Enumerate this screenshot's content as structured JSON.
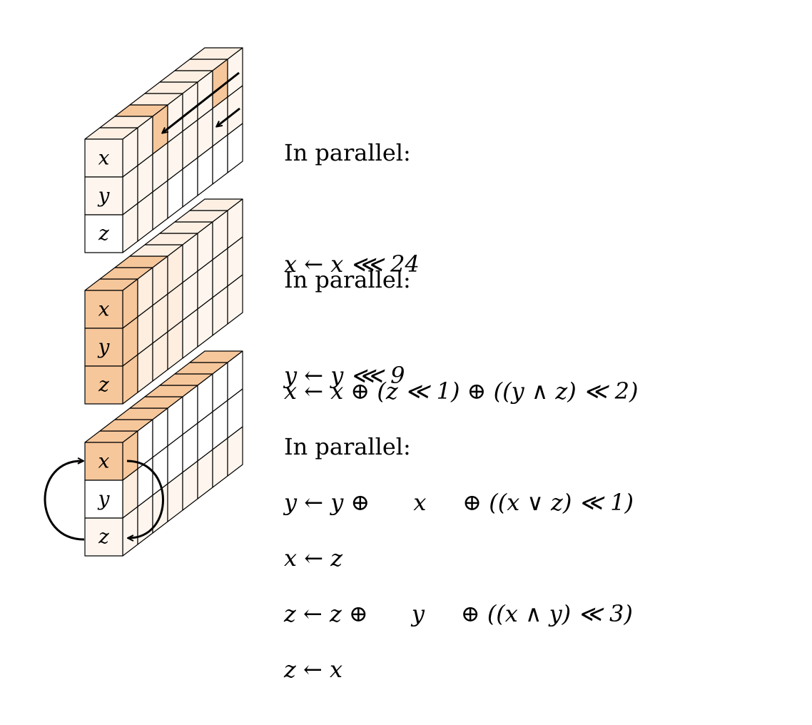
{
  "colors": {
    "stroke": "#000000",
    "white": "#ffffff",
    "light": "#fdeee0",
    "lighter": "#fef6ee",
    "mid": "#fbd6b0",
    "strong": "#f6c79b",
    "top_light": "#fdf0e3"
  },
  "stage1": {
    "labels": [
      "x",
      "y",
      "z"
    ],
    "heading": "In parallel:",
    "lines": [
      "x ← x ⋘ 24",
      "y ← y ⋘ 9"
    ]
  },
  "stage2": {
    "labels": [
      "x",
      "y",
      "z"
    ],
    "heading": "In parallel:",
    "lines": [
      "x ← x ⊕ (z ≪ 1) ⊕ ((y ∧ z) ≪ 2)",
      "y ← y ⊕      x     ⊕ ((x ∨ z) ≪ 1)",
      "z ← z ⊕      y     ⊕ ((x ∧ y) ≪ 3)"
    ]
  },
  "stage3": {
    "labels": [
      "x",
      "y",
      "z"
    ],
    "heading": "In parallel:",
    "lines": [
      "x ← z",
      "z ← x"
    ]
  }
}
